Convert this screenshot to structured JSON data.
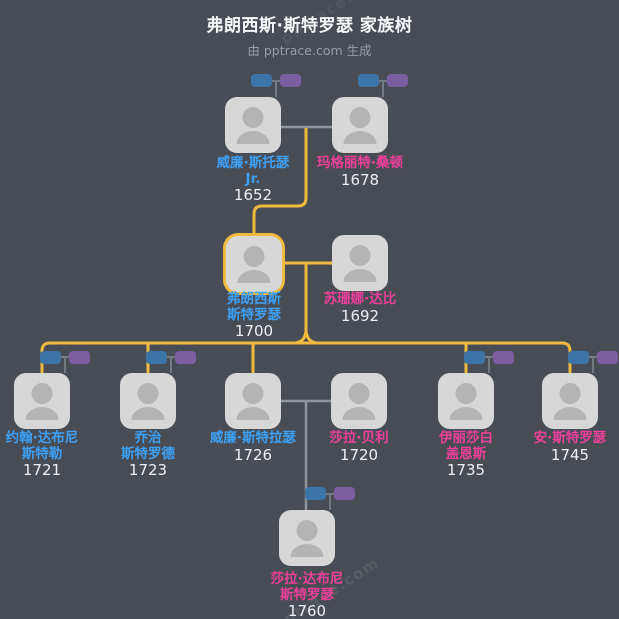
{
  "header": {
    "title": "弗朗西斯·斯特罗瑟 家族树",
    "subtitle": "由 pptrace.com 生成",
    "watermark": "pptrace.com"
  },
  "colors": {
    "background": "#484d55",
    "card": "#d7d7d7",
    "silhouette": "#b4b4b4",
    "connector_gray": "#8e949c",
    "lineage_highlight_yellow": "#f0ba3e",
    "male_name_blue": "#3da0f5",
    "female_name_pink": "#ee3f9b",
    "year_white": "#edeff2",
    "male_chip_blue": "#3c74a8",
    "female_chip_purple": "#7a5e9f"
  },
  "people": {
    "william_strother_jr": {
      "name1": "威廉·斯托瑟",
      "name2": "Jr.",
      "year": "1652"
    },
    "margaret_thornton": {
      "name1": "玛格丽特·桑顿",
      "year": "1678"
    },
    "francis_strother": {
      "name1": "弗朗西斯",
      "name2": "斯特罗瑟",
      "year": "1700"
    },
    "susannah_dabney": {
      "name1": "苏珊娜·达比",
      "year": "1692"
    },
    "john_dabney": {
      "name1": "约翰·达布尼",
      "name2": "斯特勒",
      "year": "1721"
    },
    "george_strother": {
      "name1": "乔治",
      "name2": "斯特罗德",
      "year": "1723"
    },
    "william_strother": {
      "name1": "威廉·斯特拉瑟",
      "year": "1726"
    },
    "sarah_bailey": {
      "name1": "莎拉·贝利",
      "year": "1720"
    },
    "elizabeth_gaines": {
      "name1": "伊丽莎白",
      "name2": "盖恩斯",
      "year": "1735"
    },
    "ann_strother": {
      "name1": "安·斯特罗瑟",
      "year": "1745"
    },
    "sarah_dabney": {
      "name1": "莎拉·达布尼",
      "name2": "斯特罗瑟",
      "year": "1760"
    }
  }
}
